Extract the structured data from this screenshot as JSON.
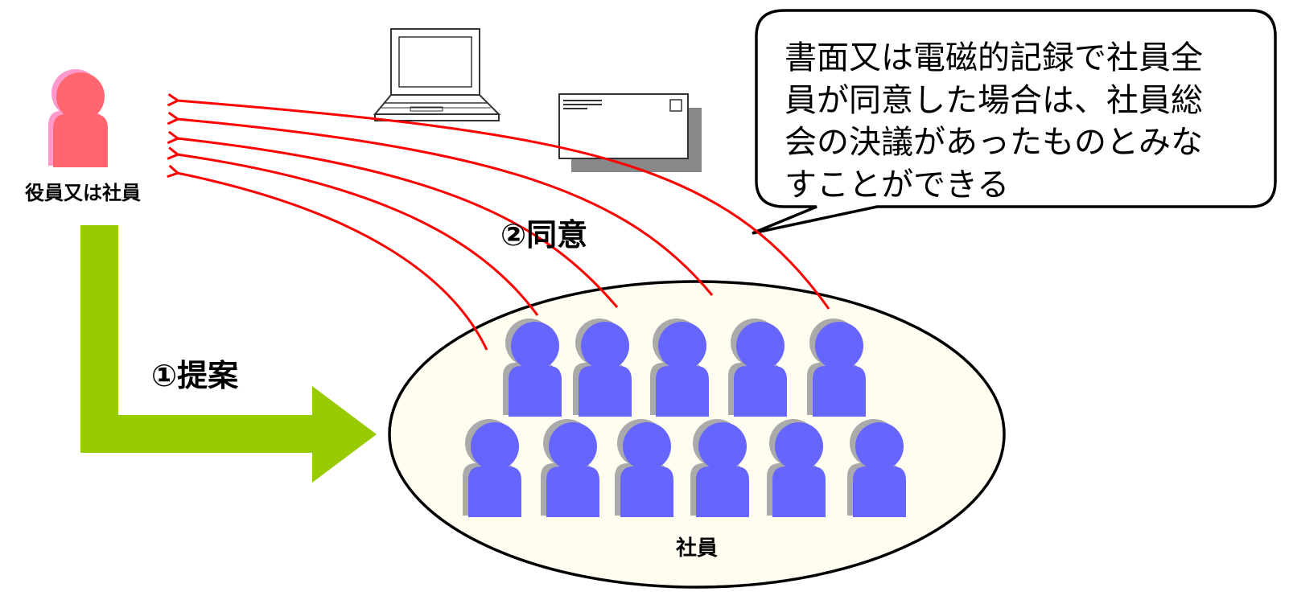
{
  "proposer": {
    "label": "役員又は社員",
    "color": "#ff6670",
    "shadow_color": "#ff99cc"
  },
  "members_group": {
    "label": "社員",
    "fill": "#fffdf0",
    "person_color": "#6666ff",
    "person_shadow": "#aaaaaa",
    "row1_count": 5,
    "row2_count": 6
  },
  "step1": {
    "label": "①提案",
    "arrow_color": "#99cc00"
  },
  "step2": {
    "label": "②同意",
    "arrow_color": "#ff0000",
    "arrow_count": 5
  },
  "callout": {
    "lines": [
      "書面又は電磁的記録で社員全",
      "員が同意した場合は、社員総",
      "会の決議があったものとみな",
      "すことができる"
    ]
  },
  "media_icons": [
    "laptop-icon",
    "envelope-icon"
  ]
}
